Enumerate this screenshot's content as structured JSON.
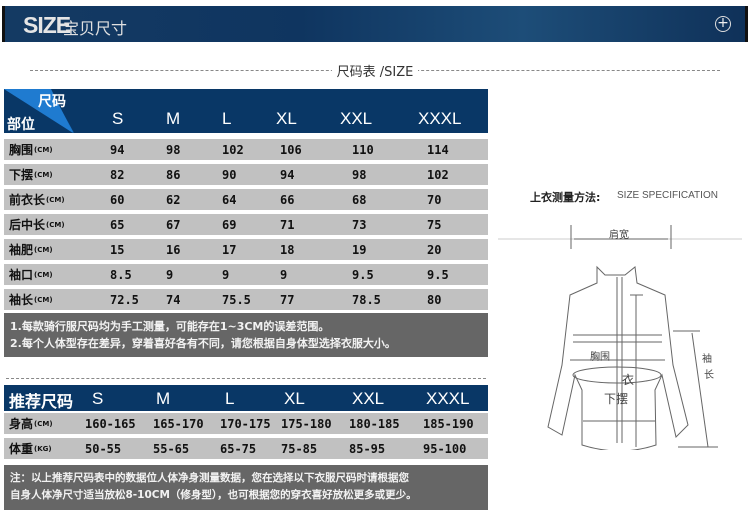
{
  "banner": {
    "title_en": "SIZE",
    "title_cn": "宝贝尺寸",
    "plus_icon": "plus-circle-icon"
  },
  "section_title": "尺码表 /SIZE",
  "size_table": {
    "corner_top": "尺码",
    "corner_bottom": "部位",
    "sizes": [
      "S",
      "M",
      "L",
      "XL",
      "XXL",
      "XXXL"
    ],
    "rows": [
      {
        "label": "胸围",
        "unit": "(CM)",
        "values": [
          "94",
          "98",
          "102",
          "106",
          "110",
          "114"
        ]
      },
      {
        "label": "下摆",
        "unit": "(CM)",
        "values": [
          "82",
          "86",
          "90",
          "94",
          "98",
          "102"
        ]
      },
      {
        "label": "前衣长",
        "unit": "(CM)",
        "values": [
          "60",
          "62",
          "64",
          "66",
          "68",
          "70"
        ]
      },
      {
        "label": "后中长",
        "unit": "(CM)",
        "values": [
          "65",
          "67",
          "69",
          "71",
          "73",
          "75"
        ]
      },
      {
        "label": "袖肥",
        "unit": "(CM)",
        "values": [
          "15",
          "16",
          "17",
          "18",
          "19",
          "20"
        ]
      },
      {
        "label": "袖口",
        "unit": "(CM)",
        "values": [
          "8.5",
          "9",
          "9",
          "9",
          "9.5",
          "9.5"
        ]
      },
      {
        "label": "袖长",
        "unit": "(CM)",
        "values": [
          "72.5",
          "74",
          "75.5",
          "77",
          "78.5",
          "80"
        ]
      }
    ],
    "notes": [
      "1.每款骑行服尺码均为手工测量，可能存在1~3CM的误差范围。",
      "2.每个人体型存在差异，穿着喜好各有不同，请您根据自身体型选择衣服大小。"
    ]
  },
  "rec_table": {
    "title": "推荐尺码",
    "sizes": [
      "S",
      "M",
      "L",
      "XL",
      "XXL",
      "XXXL"
    ],
    "rows": [
      {
        "label": "身高",
        "unit": "(CM)",
        "values": [
          "160-165",
          "165-170",
          "170-175",
          "175-180",
          "180-185",
          "185-190"
        ]
      },
      {
        "label": "体重",
        "unit": "(KG)",
        "values": [
          "50-55",
          "55-65",
          "65-75",
          "75-85",
          "85-95",
          "95-100"
        ]
      }
    ],
    "notes": [
      "注：以上推荐尺码表中的数据位人体净身测量数据，您在选择以下衣服尺码时请根据您",
      "自身人体净尺寸适当放松8-10CM（修身型），也可根据您的穿衣喜好放松更多或更少。"
    ]
  },
  "diagram": {
    "title_cn": "上衣测量方法:",
    "title_en": "SIZE SPECIFICATION",
    "shoulder": "肩宽",
    "chest": "胸围",
    "length": "衣长",
    "hem": "下摆",
    "sleeve": "袖长",
    "length_char": "衣",
    "sleeve_1": "袖",
    "sleeve_2": "长"
  }
}
